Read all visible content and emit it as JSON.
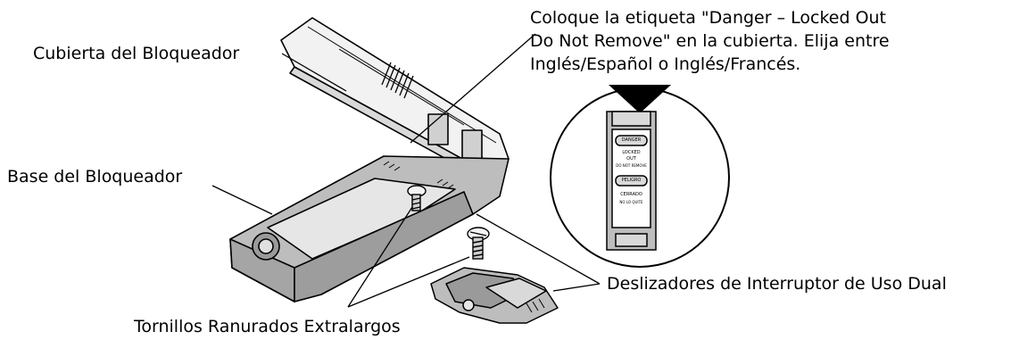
{
  "labels": {
    "cover": "Cubierta del Bloqueador",
    "label_instruction": [
      "Coloque la etiqueta \"Danger – Locked Out",
      "Do Not Remove\" en la cubierta. Elija entre",
      "Inglés/Español o Inglés/Francés."
    ],
    "base": "Base del Bloqueador",
    "screws": "Tornillos Ranurados Extralargos",
    "sliders": "Deslizadores de Interruptor de Uso Dual"
  },
  "tag_text": {
    "danger": "DANGER",
    "locked_out": "LOCKED",
    "out": "OUT",
    "do_not_remove": "DO NOT REMOVE",
    "peligro": "PELIGRO",
    "cerrado": "CERRADO",
    "no_lo_quite": "NO LO QUITE"
  },
  "colors": {
    "part_fill": "#bdbdbd",
    "part_light": "#e6e6e6",
    "part_dark": "#8a8a8a",
    "line": "#000000"
  }
}
